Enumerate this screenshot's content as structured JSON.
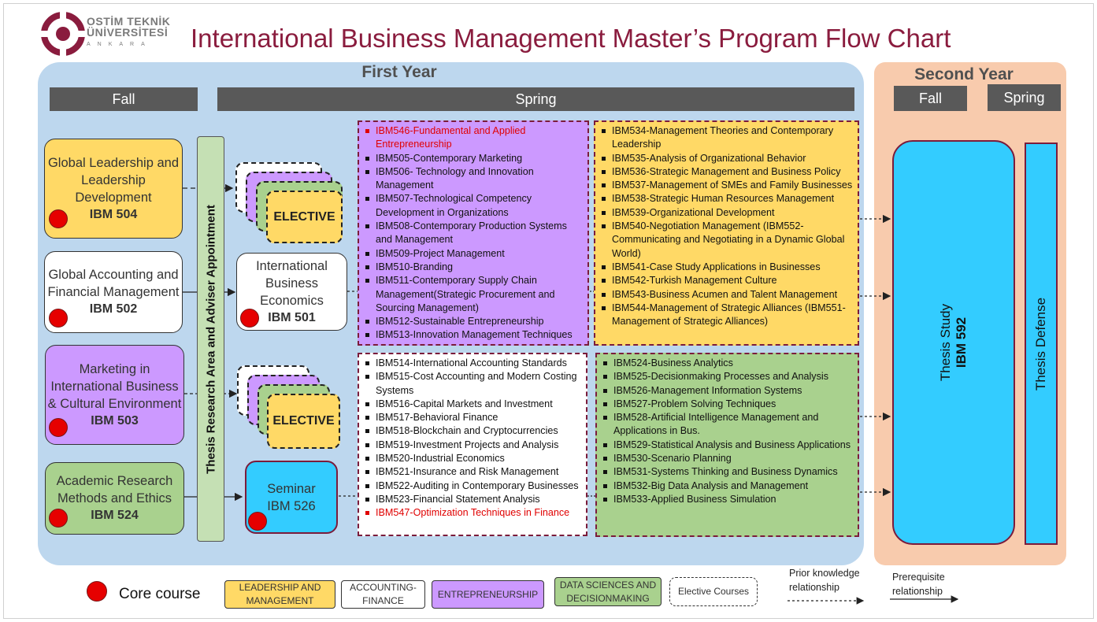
{
  "logo": {
    "line1": "OSTİM TEKNİK",
    "line2": "ÜNİVERSİTESİ",
    "line3": "ANKARA"
  },
  "title": "International Business Management Master’s Program Flow Chart",
  "first_year": {
    "label": "First Year",
    "fall_label": "Fall",
    "spring_label": "Spring",
    "vertical_label": "Thesis Research Area and  Adviser Appointment",
    "fall_courses": [
      {
        "name": "Global Leadership and Leadership Development",
        "code": "IBM 504"
      },
      {
        "name": "Global Accounting and Financial Management",
        "code": "IBM 502"
      },
      {
        "name": "Marketing in International Business & Cultural Environment",
        "code": "IBM 503"
      },
      {
        "name": "Academic Research Methods and Ethics",
        "code": "IBM 524"
      }
    ],
    "spring_core": [
      {
        "name": "International Business Economics",
        "code": "IBM 501"
      },
      {
        "name": "Seminar",
        "code": "IBM 526"
      }
    ],
    "elective_label": "ELECTIVE",
    "entrepreneurship_list": [
      {
        "text": "IBM546-Fundamental and Applied Entrepreneurship",
        "highlight": true
      },
      {
        "text": "IBM505-Contemporary Marketing"
      },
      {
        "text": "IBM506- Technology and Innovation Management"
      },
      {
        "text": "IBM507-Technological Competency Development in Organizations"
      },
      {
        "text": "IBM508-Contemporary Production Systems and Management"
      },
      {
        "text": "IBM509-Project Management"
      },
      {
        "text": "IBM510-Branding"
      },
      {
        "text": "IBM511-Contemporary Supply Chain Management(Strategic Procurement and Sourcing Management)"
      },
      {
        "text": "IBM512-Sustainable Entrepreneurship"
      },
      {
        "text": "IBM513-Innovation Management Techniques"
      }
    ],
    "leadership_list": [
      {
        "text": "IBM534-Management Theories and Contemporary Leadership"
      },
      {
        "text": "IBM535-Analysis of Organizational Behavior"
      },
      {
        "text": "IBM536-Strategic Management and Business Policy"
      },
      {
        "text": "IBM537-Management of SMEs and Family Businesses"
      },
      {
        "text": "IBM538-Strategic Human Resources Management"
      },
      {
        "text": "IBM539-Organizational Development"
      },
      {
        "text": "IBM540-Negotiation Management (IBM552-Communicating and Negotiating in a Dynamic Global World)"
      },
      {
        "text": "IBM541-Case Study Applications in Businesses"
      },
      {
        "text": "IBM542-Turkish Management Culture"
      },
      {
        "text": "IBM543-Business Acumen and Talent Management"
      },
      {
        "text": "IBM544-Management of Strategic Alliances (IBM551-Management of Strategic Alliances)"
      }
    ],
    "accounting_list": [
      {
        "text": "IBM514-International Accounting Standards"
      },
      {
        "text": "IBM515-Cost Accounting and Modern Costing Systems"
      },
      {
        "text": "IBM516-Capital Markets and Investment"
      },
      {
        "text": "IBM517-Behavioral Finance"
      },
      {
        "text": "IBM518-Blockchain and Cryptocurrencies"
      },
      {
        "text": "IBM519-Investment Projects and Analysis"
      },
      {
        "text": "IBM520-Industrial Economics"
      },
      {
        "text": "IBM521-Insurance and Risk Management"
      },
      {
        "text": "IBM522-Auditing in Contemporary Businesses"
      },
      {
        "text": "IBM523-Financial Statement Analysis"
      },
      {
        "text": "IBM547-Optimization Techniques in Finance",
        "highlight": true
      }
    ],
    "datasci_list": [
      {
        "text": "IBM524-Business Analytics"
      },
      {
        "text": "IBM525-Decisionmaking Processes and Analysis"
      },
      {
        "text": "IBM526-Management Information Systems"
      },
      {
        "text": "IBM527-Problem Solving Techniques"
      },
      {
        "text": "IBM528-Artificial Intelligence Management and Applications in Bus."
      },
      {
        "text": "IBM529-Statistical Analysis and Business Applications"
      },
      {
        "text": "IBM530-Scenario Planning"
      },
      {
        "text": "IBM531-Systems Thinking and Business Dynamics"
      },
      {
        "text": "IBM532-Big Data Analysis and Management"
      },
      {
        "text": "IBM533-Applied Business Simulation"
      }
    ]
  },
  "second_year": {
    "label": "Second Year",
    "fall_label": "Fall",
    "spring_label": "Spring",
    "thesis_study": "Thesis Study",
    "thesis_code": "IBM 592",
    "thesis_defense": "Thesis Defense"
  },
  "legend": {
    "core": "Core course",
    "leadership": "LEADERSHIP AND MANAGEMENT",
    "accounting": "ACCOUNTING-FINANCE",
    "entrepreneurship": "ENTREPRENEURSHIP",
    "datasci": "DATA SCIENCES AND DECISIONMAKING",
    "elective": "Elective Courses",
    "prior": "Prior knowledge relationship",
    "prereq": "Prerequisite relationship"
  },
  "colors": {
    "title": "#8a1c3e",
    "first_year_bg": "#bdd7ee",
    "second_year_bg": "#f8cbad",
    "leadership": "#ffd966",
    "entrepreneurship": "#cc99ff",
    "datasci": "#a9d18e",
    "seminar_thesis": "#33ccff",
    "core_dot": "#e60000",
    "highlight_text": "#e00000"
  }
}
